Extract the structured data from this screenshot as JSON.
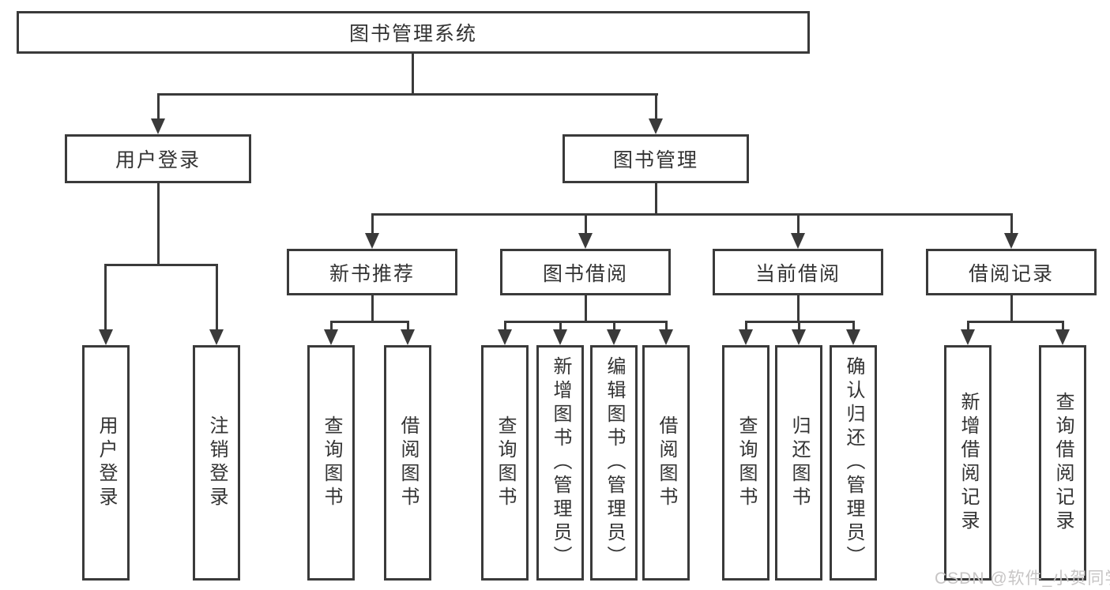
{
  "tree": {
    "root": "图书管理系统",
    "children": [
      {
        "label": "用户登录",
        "children": [
          {
            "label": "用户登录"
          },
          {
            "label": "注销登录"
          }
        ]
      },
      {
        "label": "图书管理",
        "children": [
          {
            "label": "新书推荐",
            "children": [
              {
                "label": "查询图书"
              },
              {
                "label": "借阅图书"
              }
            ]
          },
          {
            "label": "图书借阅",
            "children": [
              {
                "label": "查询图书"
              },
              {
                "label": "新增图书（管理员）"
              },
              {
                "label": "编辑图书（管理员）"
              },
              {
                "label": "借阅图书"
              }
            ]
          },
          {
            "label": "当前借阅",
            "children": [
              {
                "label": "查询图书"
              },
              {
                "label": "归还图书"
              },
              {
                "label": "确认归还（管理员）"
              }
            ]
          },
          {
            "label": "借阅记录",
            "children": [
              {
                "label": "新增借阅记录"
              },
              {
                "label": "查询借阅记录"
              }
            ]
          }
        ]
      }
    ]
  },
  "watermark": "CSDN @软件_小贺同学",
  "colors": {
    "line": "#3a3a3a",
    "box_border": "#3a3a3a",
    "text": "#333333",
    "watermark": "#c7c5c5",
    "background": "#ffffff"
  }
}
